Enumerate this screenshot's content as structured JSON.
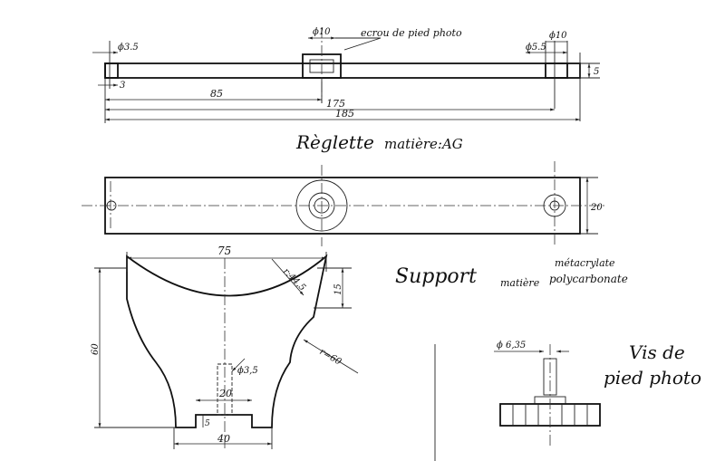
{
  "reglette": {
    "title": "Règlette",
    "material": "matière:AG",
    "note_nut": "ecrou de pied photo",
    "dim_phi10_center": "ϕ10",
    "dim_phi35": "ϕ3.5",
    "dim_phi55": "ϕ5.5",
    "dim_phi10_right": "ϕ10",
    "dim_5": "5",
    "dim_3": "3",
    "dim_85": "85",
    "dim_175": "175",
    "dim_185": "185",
    "dim_20": "20"
  },
  "support": {
    "title": "Support",
    "material_label": "matière",
    "material_1": "métacrylate",
    "material_2": "polycarbonate",
    "dim_75": "75",
    "dim_r445": "r:44,5",
    "dim_15": "15",
    "dim_60": "60",
    "dim_r60": "r=60",
    "dim_phi35": "ϕ3,5",
    "dim_20": "20",
    "dim_5": "5",
    "dim_40": "40"
  },
  "vis": {
    "title_line1": "Vis de",
    "title_line2": "pied photo",
    "dim_phi635": "ϕ 6,35"
  }
}
